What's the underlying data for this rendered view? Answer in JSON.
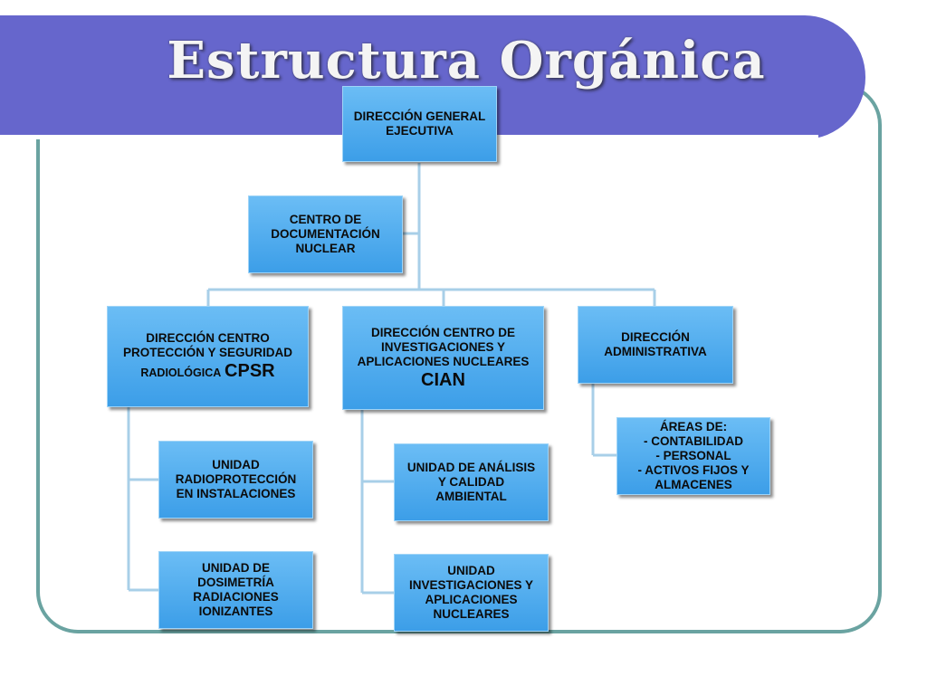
{
  "title": "Estructura Orgánica",
  "nodes": {
    "dge": {
      "lines": [
        "DIRECCIÓN GENERAL",
        "EJECUTIVA"
      ]
    },
    "cdn": {
      "lines": [
        "CENTRO DE",
        "DOCUMENTACIÓN",
        "NUCLEAR"
      ]
    },
    "cpsr": {
      "line1": "DIRECCIÓN CENTRO",
      "line2": "PROTECCIÓN Y SEGURIDAD",
      "line3_small": "RADIOLÓGICA",
      "line3_big": "CPSR"
    },
    "cian": {
      "lines": [
        "DIRECCIÓN CENTRO DE",
        "INVESTIGACIONES Y",
        "APLICACIONES NUCLEARES"
      ],
      "acronym": "CIAN"
    },
    "admin": {
      "lines": [
        "DIRECCIÓN",
        "ADMINISTRATIVA"
      ]
    },
    "unidad_radio": {
      "lines": [
        "UNIDAD",
        "RADIOPROTECCIÓN",
        "EN INSTALACIONES"
      ]
    },
    "unidad_dosim": {
      "lines": [
        "UNIDAD DE",
        "DOSIMETRÍA",
        "RADIACIONES",
        "IONIZANTES"
      ]
    },
    "unidad_analisis": {
      "lines": [
        "UNIDAD  DE ANÁLISIS",
        "Y CALIDAD",
        "AMBIENTAL"
      ]
    },
    "unidad_invest": {
      "lines": [
        "UNIDAD",
        "INVESTIGACIONES Y",
        "APLICACIONES",
        "NUCLEARES"
      ]
    },
    "areas": {
      "lines": [
        "ÁREAS DE:",
        "- CONTABILIDAD",
        "- PERSONAL",
        "- ACTIVOS FIJOS Y",
        "ALMACENES"
      ]
    }
  },
  "colors": {
    "banner": "#6666cc",
    "frame_border": "#6aa3a1",
    "box_top": "#6bbdf5",
    "box_bottom": "#3c9ee8",
    "connector": "#a8cfe8"
  }
}
